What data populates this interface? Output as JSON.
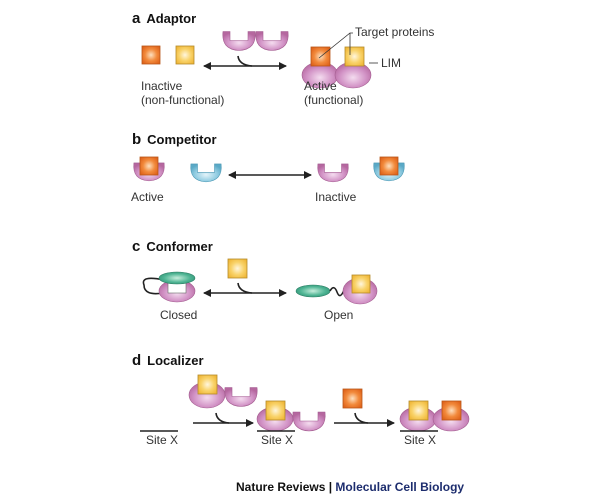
{
  "colors": {
    "lim_domain": "#c97cb8",
    "competitor": "#7fc0d8",
    "target_orange": "#f0782a",
    "target_yellow": "#f7c64a",
    "intramolecular": "#3faa8a",
    "journal_brand": "#1d2d6e"
  },
  "panels": {
    "a": {
      "letter": "a",
      "title": "Adaptor",
      "left_state": [
        "Inactive",
        "(non-functional)"
      ],
      "right_state": [
        "Active",
        "(functional)"
      ],
      "callout_targets": "Target proteins",
      "callout_lim": "LIM"
    },
    "b": {
      "letter": "b",
      "title": "Competitor",
      "left_state": "Active",
      "right_state": "Inactive"
    },
    "c": {
      "letter": "c",
      "title": "Conformer",
      "left_state": "Closed",
      "right_state": "Open"
    },
    "d": {
      "letter": "d",
      "title": "Localizer",
      "site_labels": [
        "Site X",
        "Site X",
        "Site X"
      ]
    }
  },
  "footer": {
    "journal_part1": "Nature Reviews",
    "separator": " | ",
    "journal_part2": "Molecular Cell Biology"
  }
}
